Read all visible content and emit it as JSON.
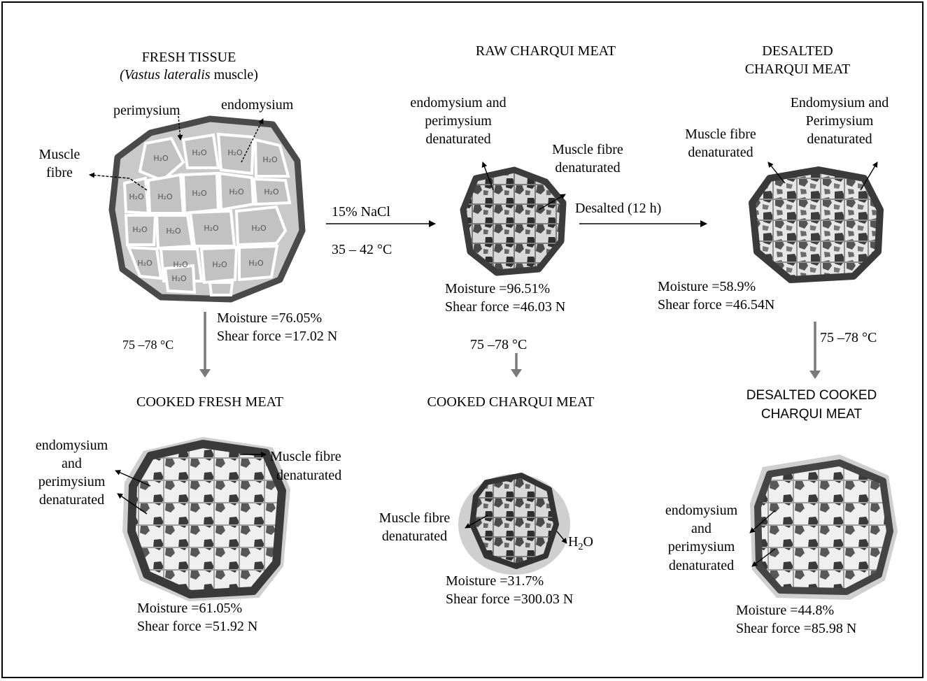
{
  "fresh": {
    "title": "FRESH TISSUE",
    "subtitle_italic": "(Vastus lateralis",
    "subtitle_rest": " muscle)",
    "perimysium": "perimysium",
    "endomysium": "endomysium",
    "muscle_fibre_l1": "Muscle",
    "muscle_fibre_l2": "fibre",
    "moisture": "Moisture =76.05%",
    "shear": "Shear force =17.02 N",
    "cell_text": "H₂O"
  },
  "step_salt": {
    "line1": "15% NaCl",
    "line2": "35 – 42 °C"
  },
  "step_cook_fresh": "75 –78 °C",
  "raw": {
    "title": "RAW CHARQUI MEAT",
    "endo_l1": "endomysium and",
    "endo_l2": "perimysium",
    "endo_l3": "denaturated",
    "fibre_l1": "Muscle fibre",
    "fibre_l2": "denaturated",
    "moisture": "Moisture =96.51%",
    "shear": "Shear force =46.03 N"
  },
  "step_desalt": "Desalted (12 h)",
  "step_cook_raw": "75 –78 °C",
  "desalted": {
    "title_l1": "DESALTED",
    "title_l2": "CHARQUI MEAT",
    "fibre_l1": "Muscle fibre",
    "fibre_l2": "denaturated",
    "endo_l1": "Endomysium and",
    "endo_l2": "Perimysium",
    "endo_l3": "denaturated",
    "moisture": "Moisture =58.9%",
    "shear": "Shear force =46.54N"
  },
  "step_cook_desalted": "75 –78 °C",
  "cooked_fresh": {
    "title": "COOKED FRESH MEAT",
    "endo_l1": "endomysium",
    "endo_l2": "and",
    "endo_l3": "perimysium",
    "endo_l4": "denaturated",
    "fibre_l1": "Muscle fibre",
    "fibre_l2": "denaturated",
    "moisture": "Moisture =61.05%",
    "shear": "Shear force =51.92 N"
  },
  "cooked_charqui": {
    "title": "COOKED CHARQUI MEAT",
    "fibre_l1": "Muscle fibre",
    "fibre_l2": "denaturated",
    "water_main": "H",
    "water_sub": "2",
    "water_end": "O",
    "moisture": "Moisture =31.7%",
    "shear": "Shear force =300.03 N"
  },
  "desalted_cooked": {
    "title_l1": "DESALTED COOKED",
    "title_l2": "CHARQUI MEAT",
    "endo_l1": "endomysium",
    "endo_l2": "and",
    "endo_l3": "perimysium",
    "endo_l4": "denaturated",
    "moisture": "Moisture =44.8%",
    "shear": "Shear force =85.98 N"
  },
  "colors": {
    "tissue_dark": "#4a4a4a",
    "tissue_mid": "#8c8c8c",
    "cell_fill": "#c4c4c4",
    "halo": "#cfcfcf",
    "arrow_gray": "#7a7a7a"
  }
}
